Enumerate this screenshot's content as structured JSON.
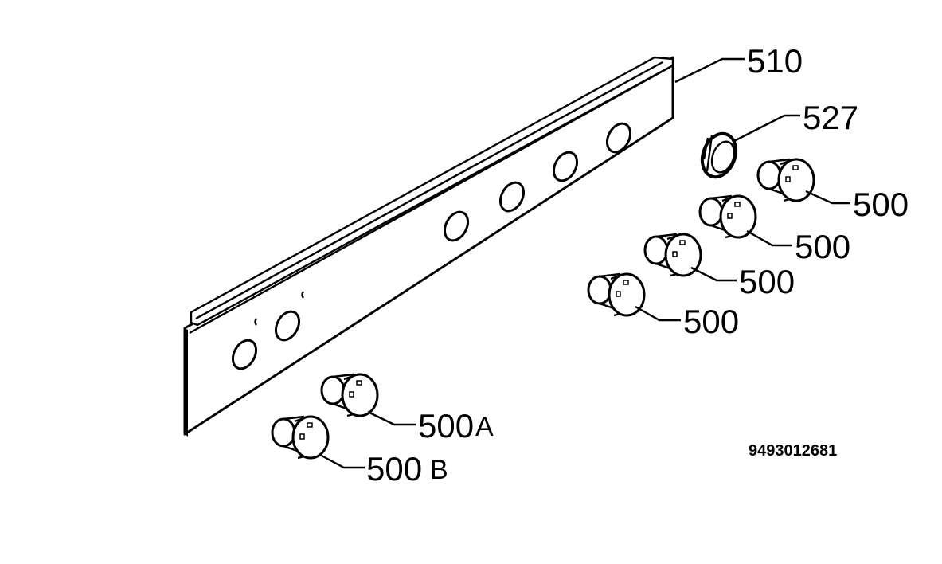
{
  "labels": {
    "panel": "510",
    "ring": "527",
    "knob1": "500",
    "knob2": "500",
    "knob3": "500",
    "knob4": "500",
    "knob_a_num": "500",
    "knob_a_suffix": "A",
    "knob_b_num": "500",
    "knob_b_suffix": "B"
  },
  "document_code": "9493012681"
}
